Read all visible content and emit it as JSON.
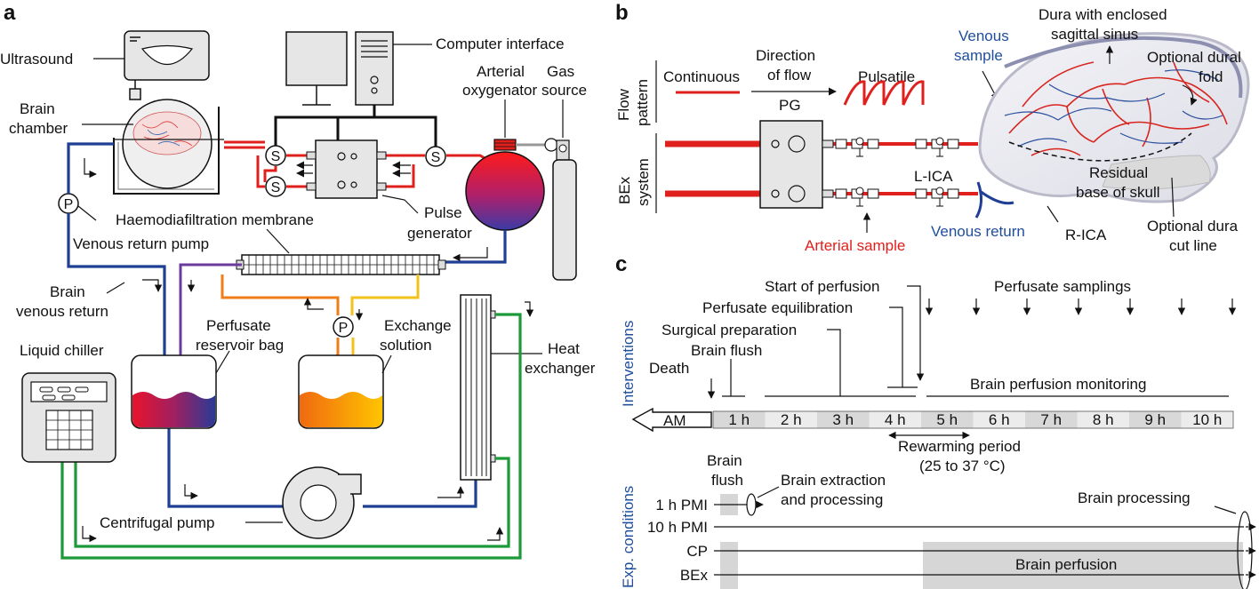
{
  "panels": {
    "a": "a",
    "b": "b",
    "c": "c"
  },
  "panel_a": {
    "ultrasound": "Ultrasound",
    "brain_chamber_1": "Brain",
    "brain_chamber_2": "chamber",
    "computer_interface": "Computer interface",
    "arterial_oxygenator_1": "Arterial",
    "arterial_oxygenator_2": "oxygenator",
    "gas_source_1": "Gas",
    "gas_source_2": "source",
    "haemodiafiltration": "Haemodiafiltration membrane",
    "pulse_generator_1": "Pulse",
    "pulse_generator_2": "generator",
    "venous_return_pump": "Venous return pump",
    "brain_venous_return_1": "Brain",
    "brain_venous_return_2": "venous return",
    "perfusate_reservoir_1": "Perfusate",
    "perfusate_reservoir_2": "reservoir bag",
    "exchange_solution_1": "Exchange",
    "exchange_solution_2": "solution",
    "heat_exchanger_1": "Heat",
    "heat_exchanger_2": "exchanger",
    "liquid_chiller": "Liquid chiller",
    "centrifugal_pump": "Centrifugal pump",
    "pump_symbol": "P",
    "sensor_symbol": "S"
  },
  "panel_b": {
    "flow_pattern_1": "Flow",
    "flow_pattern_2": "pattern",
    "continuous": "Continuous",
    "direction_1": "Direction",
    "direction_2": "of flow",
    "pulsatile": "Pulsatile",
    "pg": "PG",
    "bex_1": "BEx",
    "bex_2": "system",
    "venous_sample_1": "Venous",
    "venous_sample_2": "sample",
    "l_ica": "L-ICA",
    "r_ica": "R-ICA",
    "arterial_sample": "Arterial sample",
    "venous_return": "Venous return",
    "dura_1": "Dura with enclosed",
    "dura_2": "sagittal sinus",
    "optional_fold_1": "Optional dural",
    "optional_fold_2": "fold",
    "residual_1": "Residual",
    "residual_2": "base of skull",
    "cut_line_1": "Optional dura",
    "cut_line_2": "cut line"
  },
  "panel_c": {
    "interventions": "Interventions",
    "exp_conditions": "Exp. conditions",
    "start_perfusion": "Start of perfusion",
    "perfusate_samplings": "Perfusate samplings",
    "perfusate_equilibration": "Perfusate equilibration",
    "surgical_preparation": "Surgical preparation",
    "brain_flush_top": "Brain flush",
    "death": "Death",
    "brain_perfusion_monitoring": "Brain perfusion monitoring",
    "am": "AM",
    "hours": [
      "1 h",
      "2 h",
      "3 h",
      "4 h",
      "5 h",
      "6 h",
      "7 h",
      "8 h",
      "9 h",
      "10 h"
    ],
    "rewarming_1": "Rewarming period",
    "rewarming_2": "(25 to 37 °C)",
    "brain_flush_1": "Brain",
    "brain_flush_2": "flush",
    "extraction_1": "Brain extraction",
    "extraction_2": "and processing",
    "brain_processing": "Brain processing",
    "rows": [
      "1 h PMI",
      "10 h PMI",
      "CP",
      "BEx"
    ],
    "brain_perfusion": "Brain perfusion"
  },
  "colors": {
    "arterial": "#e0201d",
    "venous": "#1f3f95",
    "coolant": "#1c9a3a",
    "purple": "#6b3a9c",
    "orange": "#ef7d1a",
    "yellow": "#f2c21b"
  }
}
